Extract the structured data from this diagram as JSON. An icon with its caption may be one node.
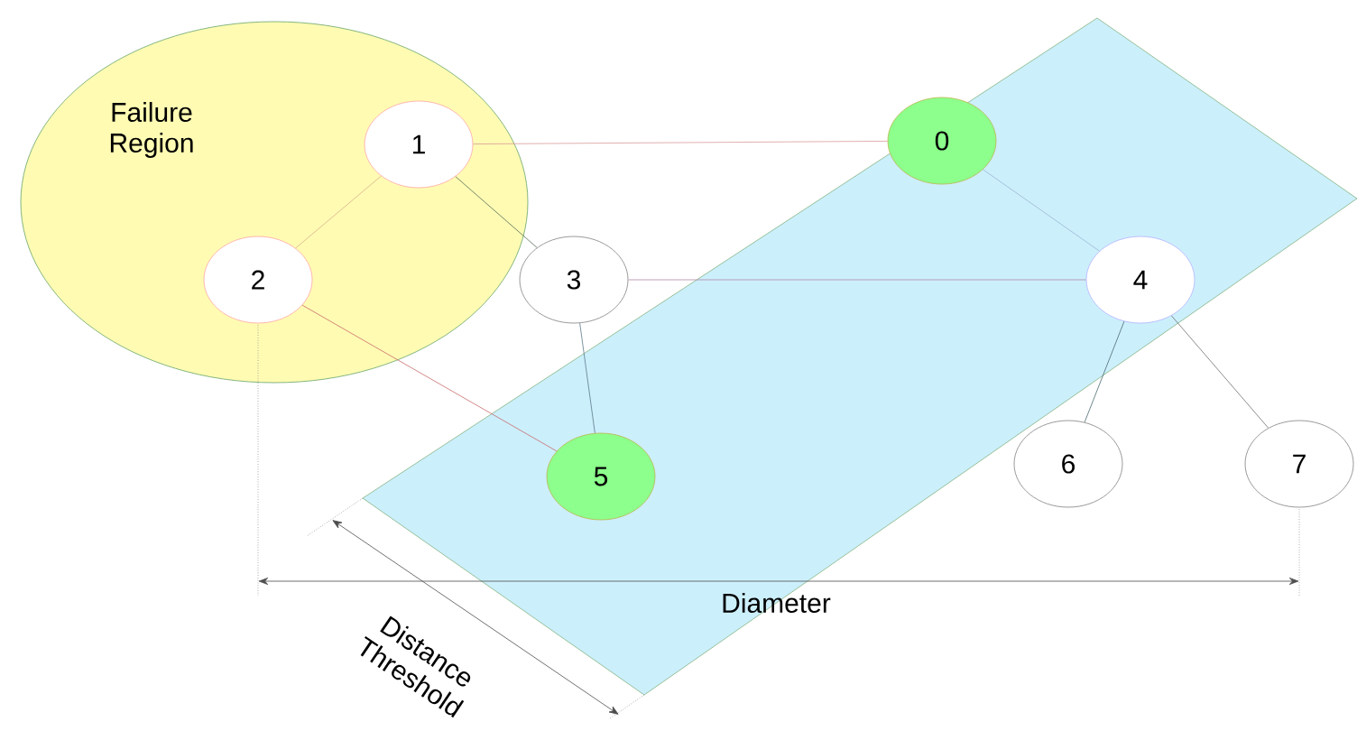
{
  "diagram": {
    "nodes": [
      {
        "text": [
          "Failure Region"
        ]
      },
      {
        "text": [
          "1"
        ],
        "in": 0
      },
      {
        "text": [
          "2"
        ],
        "in": 0
      },
      {
        "text": [
          "3"
        ]
      },
      {
        "text": [
          "0"
        ]
      },
      {
        "text": [
          "4"
        ]
      },
      {
        "text": [
          "5"
        ]
      },
      {
        "text": [
          "6"
        ]
      },
      {
        "text": [
          "7"
        ]
      }
    ],
    "edges": [
      {
        "from": 1,
        "to": 4,
        "arrow": "none",
        "color": "#d99a9a"
      },
      {
        "from": 1,
        "to": 2,
        "arrow": "none",
        "color": "#d9b08c"
      },
      {
        "from": 1,
        "to": 3,
        "arrow": "none",
        "color": "#556b55"
      },
      {
        "from": 2,
        "to": 6,
        "arrow": "none",
        "color": "#c86a6a"
      },
      {
        "from": 3,
        "to": 5,
        "arrow": "none",
        "color": "#b08aa8"
      },
      {
        "from": 3,
        "to": 6,
        "arrow": "none",
        "color": "#5a7a8a"
      },
      {
        "from": 4,
        "to": 5,
        "arrow": "none",
        "color": "#9ab8d0"
      },
      {
        "from": 5,
        "to": 7,
        "arrow": "none",
        "color": "#4a6a70"
      },
      {
        "from": 5,
        "to": 8,
        "arrow": "none",
        "color": "#707070"
      }
    ],
    "labels": [
      "Diameter",
      "Distance Threshold"
    ]
  }
}
